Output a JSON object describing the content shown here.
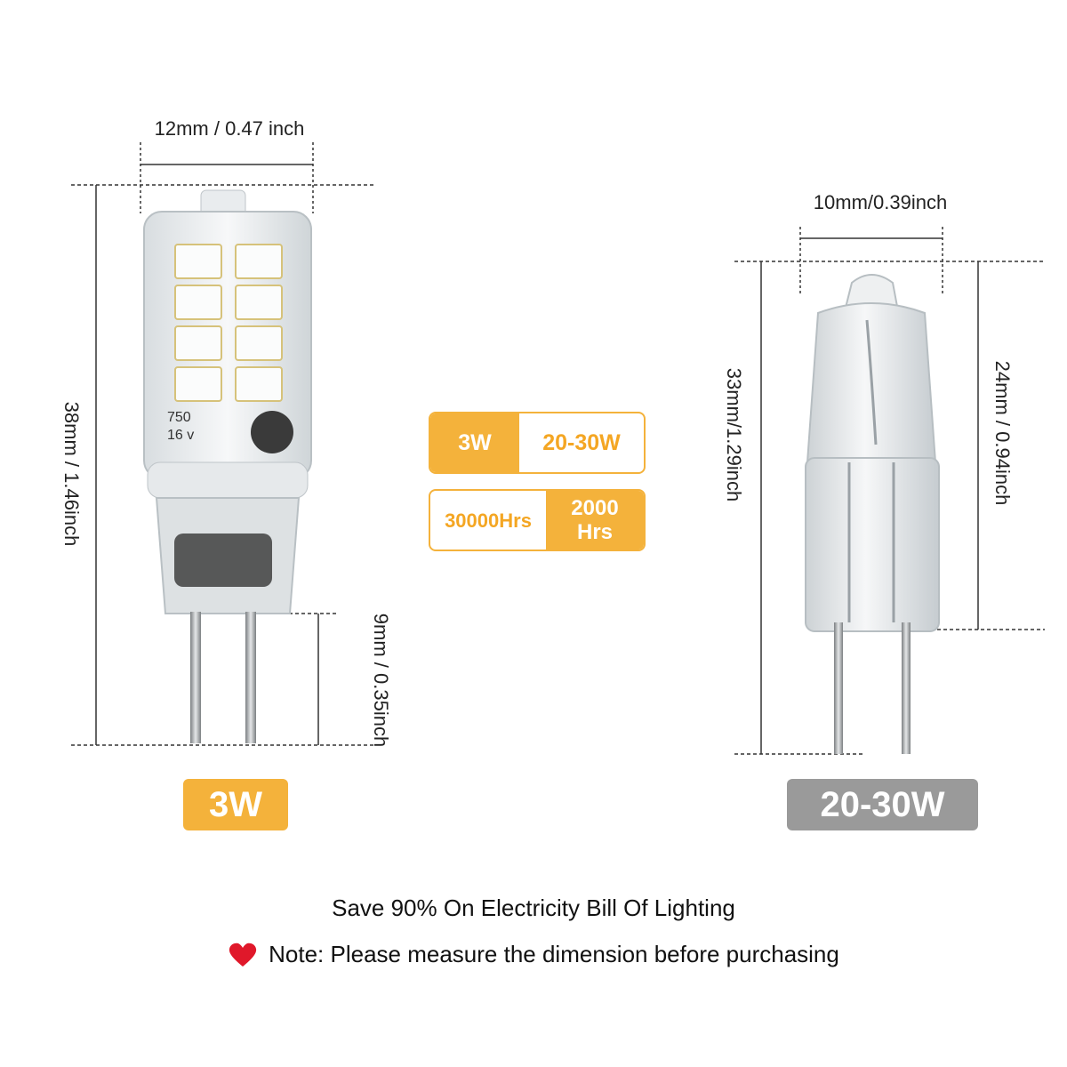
{
  "led": {
    "width_label": "12mm / 0.47 inch",
    "height_label": "38mm / 1.46inch",
    "pin_label": "9mm / 0.35inch",
    "power_badge": "3W",
    "print_line1": "750",
    "print_line2": "16 v"
  },
  "halogen": {
    "width_label": "10mm/0.39inch",
    "height_label": "33mm/1.29inch",
    "body_label": "24mm / 0.94inch",
    "power_badge": "20-30W"
  },
  "comparison": {
    "power": {
      "led": "3W",
      "halogen": "20-30W"
    },
    "lifespan": {
      "led": "30000Hrs",
      "halogen_line1": "2000",
      "halogen_line2": "Hrs"
    }
  },
  "footer": {
    "headline": "Save 90% On Electricity Bill Of Lighting",
    "note": "Note: Please measure the dimension before purchasing",
    "note_icon": "heart-icon"
  },
  "colors": {
    "accent_orange": "#f4b23b",
    "badge_gray": "#9a9a9a",
    "heart_red": "#e0182a"
  }
}
